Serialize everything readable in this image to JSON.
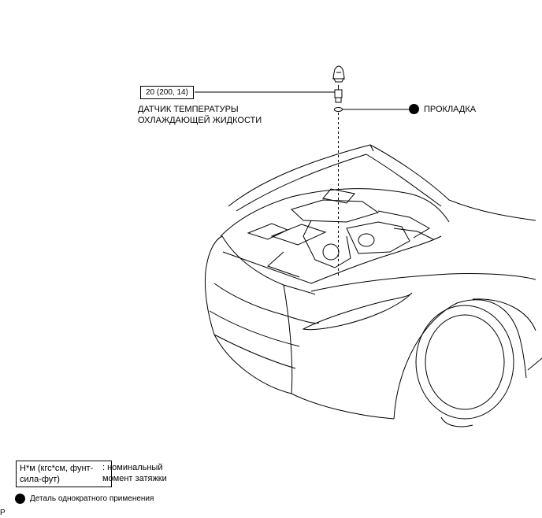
{
  "torque_spec": "20 (200, 14)",
  "sensor_label": {
    "line1": "ДАТЧИК ТЕМПЕРАТУРЫ",
    "line2": "ОХЛАЖДАЮЩЕЙ ЖИДКОСТИ"
  },
  "gasket_label": "ПРОКЛАДКА",
  "legend": {
    "torque_unit_line1": "Н*м (кгс*см, фунт-",
    "torque_unit_line2": "сила-фут)",
    "torque_desc_line1": ": номинальный",
    "torque_desc_line2": "момент затяжки",
    "single_use_desc": "Деталь однократного применения"
  },
  "corner_mark": "P",
  "colors": {
    "line": "#000000",
    "background": "#ffffff"
  }
}
